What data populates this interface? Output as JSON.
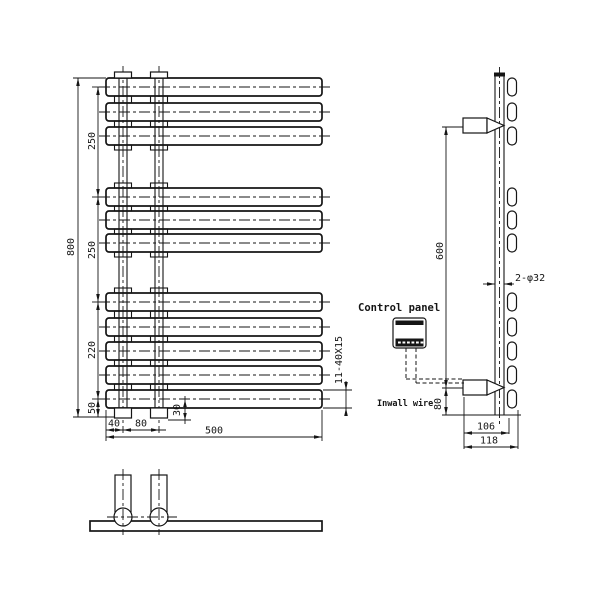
{
  "front_view": {
    "dims": {
      "total_height": "800",
      "section_top": "250",
      "section_mid": "250",
      "section_lower": "220",
      "bottom_offset": "50",
      "pipe_offset": "40",
      "pipe_spacing": "80",
      "total_width": "500",
      "pipe_extension": "30",
      "bar_spec": "11-40X15"
    }
  },
  "side_view": {
    "dims": {
      "bracket_span": "600",
      "bracket_bottom_offset": "80",
      "depth_inner": "106",
      "depth_total": "118",
      "pipe_diameter": "2-φ32"
    },
    "labels": {
      "control_panel": "Control panel",
      "inwall_wire": "Inwall wire"
    }
  }
}
